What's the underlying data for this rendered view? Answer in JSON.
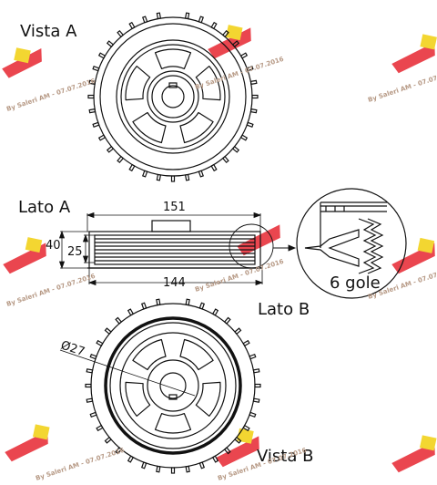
{
  "views": {
    "top": "Vista A",
    "side": "Lato A",
    "detail": "Lato B",
    "bottom": "Vista B"
  },
  "dimensions": {
    "overall_width": "151",
    "body_width": "144",
    "outer_height": "40",
    "inner_height": "25",
    "bore_diameter": "Ø27"
  },
  "detail_note": "6 gole",
  "watermark": {
    "text": "By Saleri AM - 07.07.2016",
    "logo_color": "#e8323c",
    "badge_color": "#f2d21a"
  },
  "colors": {
    "line": "#111111",
    "background": "#ffffff"
  }
}
